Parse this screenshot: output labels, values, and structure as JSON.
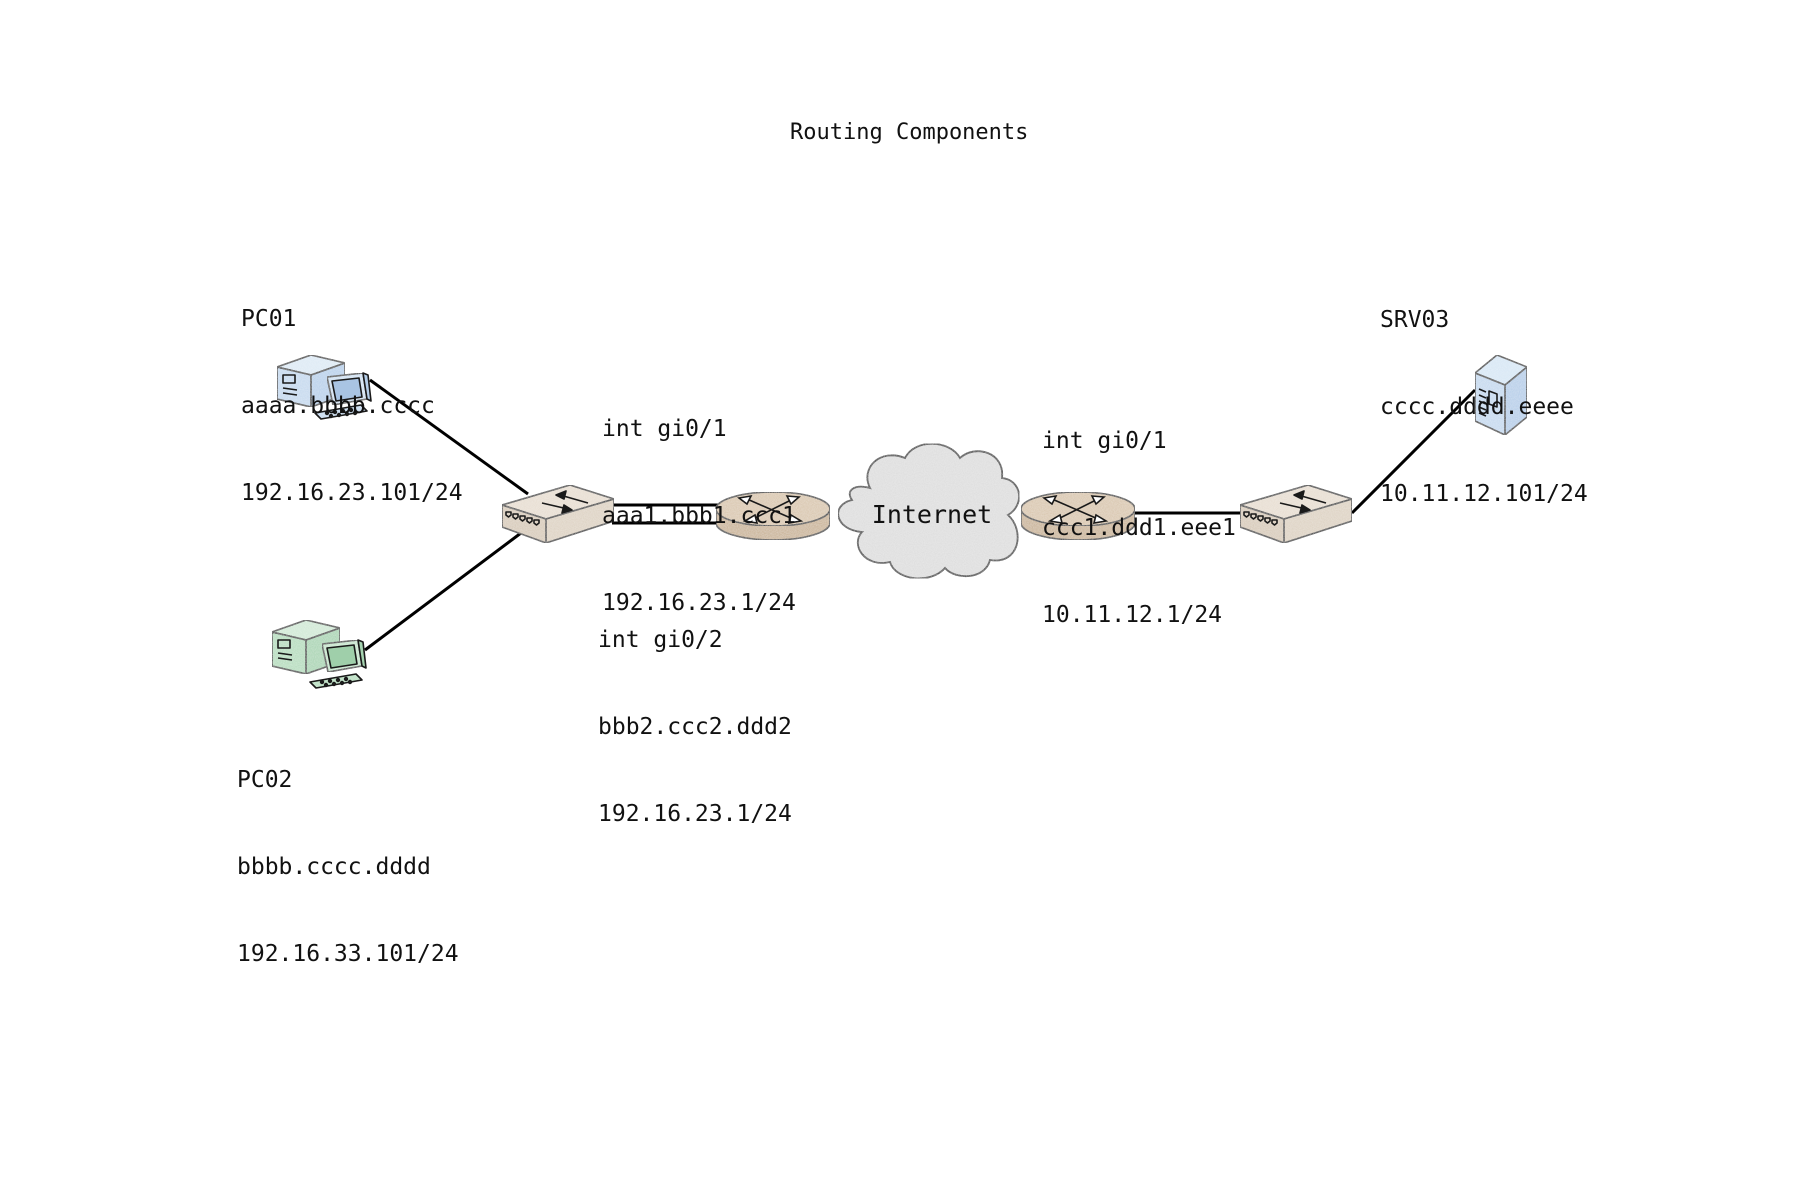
{
  "diagram": {
    "title": "Routing Components",
    "colors": {
      "link": "#000000",
      "pc01_fill": "#c8dcef",
      "pc02_fill": "#b8dcc0",
      "server_fill": "#c8dcef",
      "switch_fill": "#dccfbf",
      "router_fill": "#cfb89c",
      "cloud_fill": "#dedede"
    },
    "nodes": {
      "pc01": {
        "icon": "desktop-computer-icon",
        "name": "PC01",
        "mac": "aaaa.bbbb.cccc",
        "ip": "192.16.23.101/24"
      },
      "pc02": {
        "icon": "desktop-computer-icon",
        "name": "PC02",
        "mac": "bbbb.cccc.dddd",
        "ip": "192.16.33.101/24"
      },
      "srv03": {
        "icon": "server-tower-icon",
        "name": "SRV03",
        "mac": "cccc.dddd.eeee",
        "ip": "10.11.12.101/24"
      },
      "switch1": {
        "icon": "switch-icon"
      },
      "switch2": {
        "icon": "switch-icon"
      },
      "router1": {
        "icon": "router-icon"
      },
      "router2": {
        "icon": "router-icon"
      },
      "internet": {
        "icon": "cloud-icon",
        "label": "Internet"
      }
    },
    "interfaces": {
      "router1_gi01": {
        "name": "int gi0/1",
        "mac": "aaa1.bbb1.ccc1",
        "ip": "192.16.23.1/24"
      },
      "router1_gi02": {
        "name": "int gi0/2",
        "mac": "bbb2.ccc2.ddd2",
        "ip": "192.16.23.1/24"
      },
      "router2_gi01": {
        "name": "int gi0/1",
        "mac": "ccc1.ddd1.eee1",
        "ip": "10.11.12.1/24"
      }
    },
    "links": [
      {
        "from": "pc01",
        "to": "switch1"
      },
      {
        "from": "pc02",
        "to": "switch1"
      },
      {
        "from": "switch1",
        "to": "router1",
        "count": 2
      },
      {
        "from": "router1",
        "to": "internet"
      },
      {
        "from": "internet",
        "to": "router2"
      },
      {
        "from": "router2",
        "to": "switch2"
      },
      {
        "from": "switch2",
        "to": "srv03"
      }
    ]
  }
}
